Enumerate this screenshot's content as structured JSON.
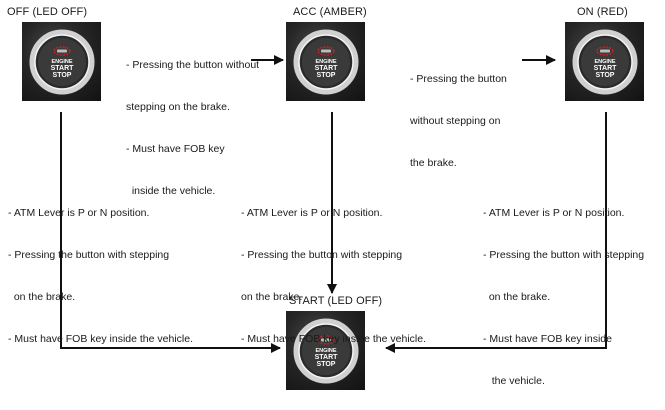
{
  "states": {
    "off": {
      "title": "OFF (LED OFF)"
    },
    "acc": {
      "title": "ACC (AMBER)"
    },
    "on": {
      "title": "ON (RED)"
    },
    "start": {
      "title": "START (LED OFF)"
    }
  },
  "button_face": {
    "line1": "ENGINE",
    "line2": "START",
    "line3": "STOP"
  },
  "transitions": {
    "off_to_acc": [
      "- Pressing the button without",
      "stepping on the brake.",
      "- Must have FOB key",
      "  inside the vehicle."
    ],
    "acc_to_on": [
      "- Pressing the button",
      "without stepping on",
      "the brake."
    ],
    "off_to_start": [
      "- ATM Lever is P or N position.",
      "- Pressing the button with stepping",
      "  on the brake.",
      "- Must have FOB key inside the vehicle."
    ],
    "acc_to_start": [
      "- ATM Lever is P or N position.",
      "- Pressing the button with stepping",
      "on the brake.",
      "- Must have FOB key inside the vehicle."
    ],
    "on_to_start": [
      "- ATM Lever is P or N position.",
      "- Pressing the button with stepping",
      "  on the brake.",
      "- Must have FOB key inside",
      "   the vehicle."
    ]
  },
  "colors": {
    "led_ring": "#d42020",
    "connector": "#111111"
  }
}
